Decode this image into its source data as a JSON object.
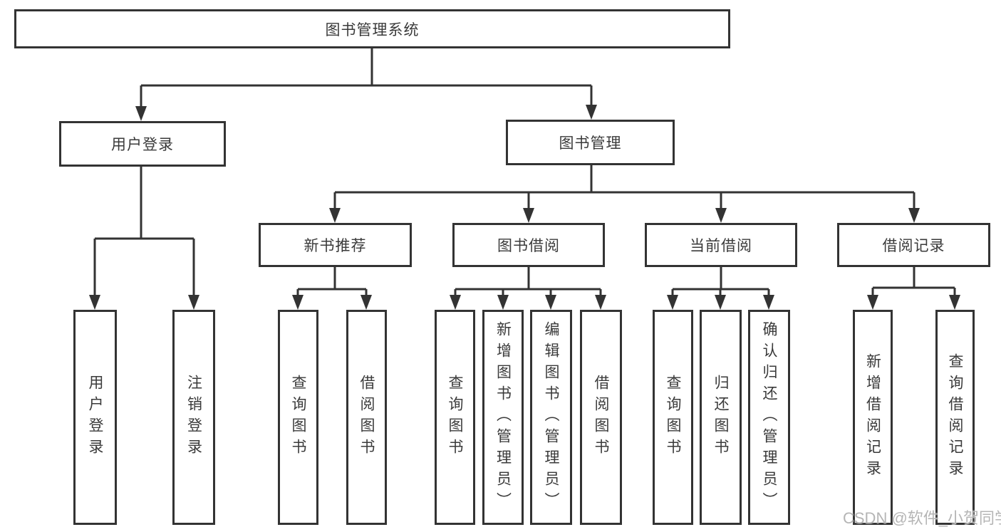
{
  "tree": {
    "root": {
      "label": "图书管理系统"
    },
    "level2": [
      {
        "label": "用户登录",
        "children": [
          {
            "label": "用户登录"
          },
          {
            "label": "注销登录"
          }
        ]
      },
      {
        "label": "图书管理",
        "children": [
          {
            "label": "新书推荐",
            "children": [
              {
                "label": "查询图书"
              },
              {
                "label": "借阅图书"
              }
            ]
          },
          {
            "label": "图书借阅",
            "children": [
              {
                "label": "查询图书"
              },
              {
                "label": "新增图书（管理员）"
              },
              {
                "label": "编辑图书（管理员）"
              },
              {
                "label": "借阅图书"
              }
            ]
          },
          {
            "label": "当前借阅",
            "children": [
              {
                "label": "查询图书"
              },
              {
                "label": "归还图书"
              },
              {
                "label": "确认归还（管理员）"
              }
            ]
          },
          {
            "label": "借阅记录",
            "children": [
              {
                "label": "新增借阅记录"
              },
              {
                "label": "查询借阅记录"
              }
            ]
          }
        ]
      }
    ]
  },
  "watermark": {
    "text": "CSDN @软件_小贺同学"
  },
  "colors": {
    "line": "#333333",
    "text": "#3a3a3a",
    "watermark": "#b5b5b5",
    "background": "#ffffff"
  }
}
